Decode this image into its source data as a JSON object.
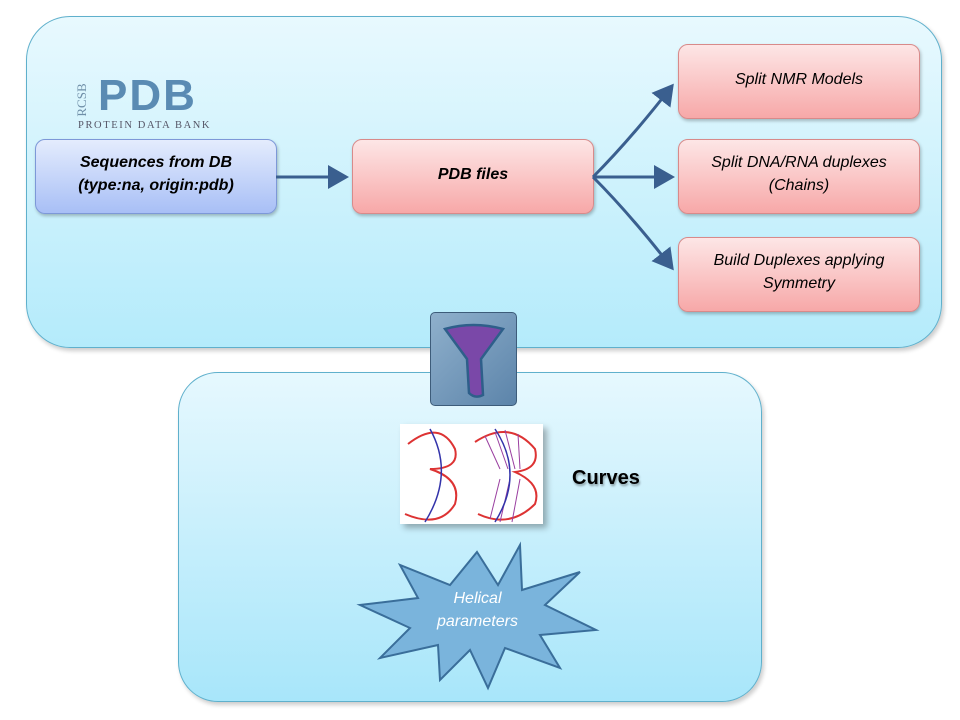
{
  "logo": {
    "rcsb": "RCSB",
    "pdb": "PDB",
    "subtitle": "PROTEIN DATA BANK"
  },
  "boxes": {
    "sequences": [
      "Sequences from DB",
      "(type:na, origin:pdb)"
    ],
    "pdb_files": "PDB files",
    "split_nmr": "Split NMR Models",
    "split_duplex": [
      "Split DNA/RNA duplexes",
      "(Chains)"
    ],
    "build_duplex": [
      "Build Duplexes applying",
      "Symmetry"
    ]
  },
  "curves_label": "Curves",
  "helical": [
    "Helical",
    "parameters"
  ],
  "colors": {
    "arrow": "#3a5f8f",
    "star": "#7ab4dc"
  }
}
